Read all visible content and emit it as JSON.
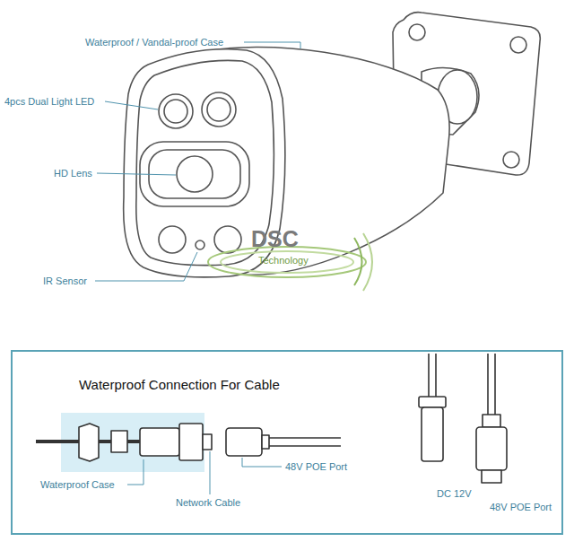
{
  "diagram": {
    "nodes": [
      {
        "text": [
          "Waterproof Connection For Cable"
        ]
      }
    ],
    "edges": [],
    "labels": [
      "Waterproof / Vandal-proof Case",
      "4pcs Dual Light LED",
      "HD Lens",
      "IR Sensor",
      "DSC",
      "Technology",
      "Waterproof Case",
      "Network Cable",
      "48V POE Port",
      "DC 12V",
      "48V POE Port"
    ]
  }
}
